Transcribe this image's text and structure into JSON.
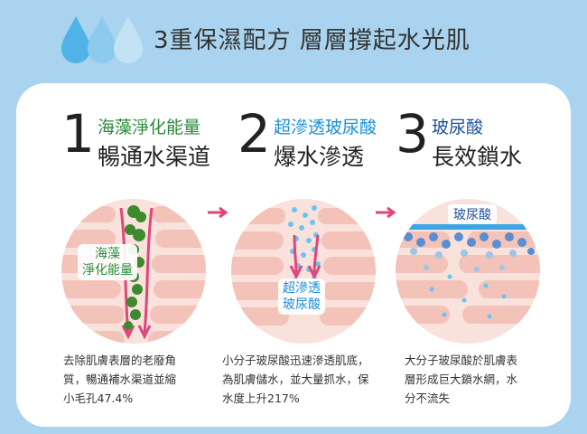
{
  "header": {
    "title": "3重保濕配方  層層撐起水光肌",
    "icons": [
      "water-drop-icon",
      "water-drop-icon",
      "water-drop-icon"
    ]
  },
  "steps": [
    {
      "number": "1",
      "line1": "海藻淨化能量",
      "line2": "暢通水渠道",
      "circle_label_1": "海藻",
      "circle_label_2": "淨化能量",
      "desc": [
        "去除肌膚表層的老廢角",
        "質，暢通補水渠道並縮",
        "小毛孔47.4%"
      ]
    },
    {
      "number": "2",
      "line1": "超滲透玻尿酸",
      "line2": "爆水滲透",
      "circle_label_1": "超滲透",
      "circle_label_2": "玻尿酸",
      "desc": [
        "小分子玻尿酸迅速滲透肌底，",
        "為肌膚儲水，並大量抓水，保",
        "水度上升217%"
      ]
    },
    {
      "number": "3",
      "line1": "玻尿酸",
      "line2": "長效鎖水",
      "circle_label_1": "玻尿酸",
      "desc": [
        "大分子玻尿酸於肌膚表",
        "層形成巨大鎖水網，水",
        "分不流失"
      ]
    }
  ],
  "colors": {
    "background": "#a9d3ee",
    "card": "#ffffff",
    "step1_accent": "#2a8a3b",
    "step2_accent": "#1a8fd8",
    "step3_accent": "#1f4e9e",
    "arrow": "#e0457a",
    "skin": "#f4c8c0"
  }
}
